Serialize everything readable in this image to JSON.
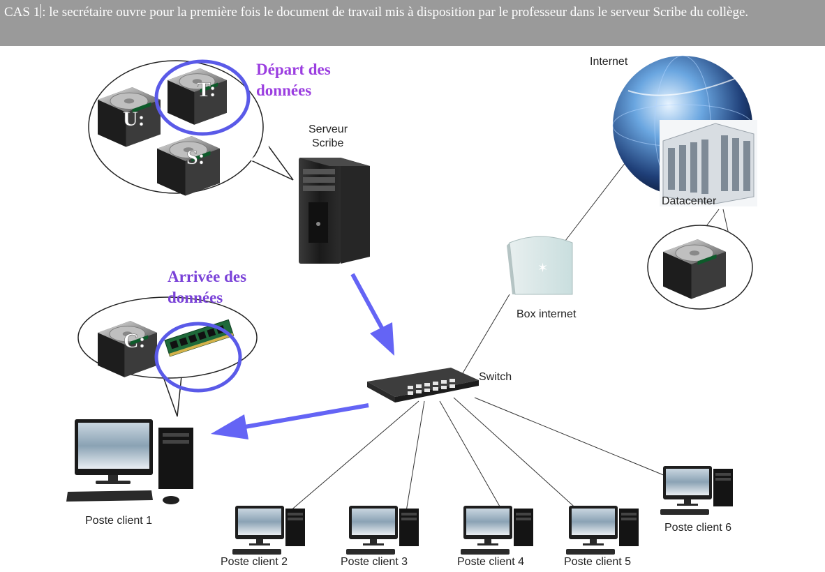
{
  "header": {
    "prefix": "CAS 1",
    "text": ": le secrétaire ouvre pour la première fois le document de travail mis à disposition par le professeur dans le serveur Scribe du collège."
  },
  "labels": {
    "depart": [
      "Départ des",
      "données"
    ],
    "arrivee": [
      "Arrivée des",
      "données"
    ],
    "serveur": [
      "Serveur",
      "Scribe"
    ],
    "internet": "Internet",
    "datacenter": "Datacenter",
    "box": "Box internet",
    "switch": "Switch",
    "clients": [
      "Poste client 1",
      "Poste client 2",
      "Poste client 3",
      "Poste client 4",
      "Poste client 5",
      "Poste client 6"
    ]
  },
  "drives": {
    "server": [
      "U:",
      "T:",
      "S:"
    ],
    "client": "C:"
  },
  "colors": {
    "accent_purple": "#9b3ee0",
    "arrow_blue": "#6464f5",
    "circle_blue": "#5a5ae8",
    "header_bg": "#9a9a9a"
  },
  "icons": [
    "hard-drive-icon",
    "ram-module-icon",
    "server-tower-icon",
    "globe-icon",
    "datacenter-icon",
    "router-icon",
    "switch-icon",
    "desktop-computer-icon"
  ]
}
